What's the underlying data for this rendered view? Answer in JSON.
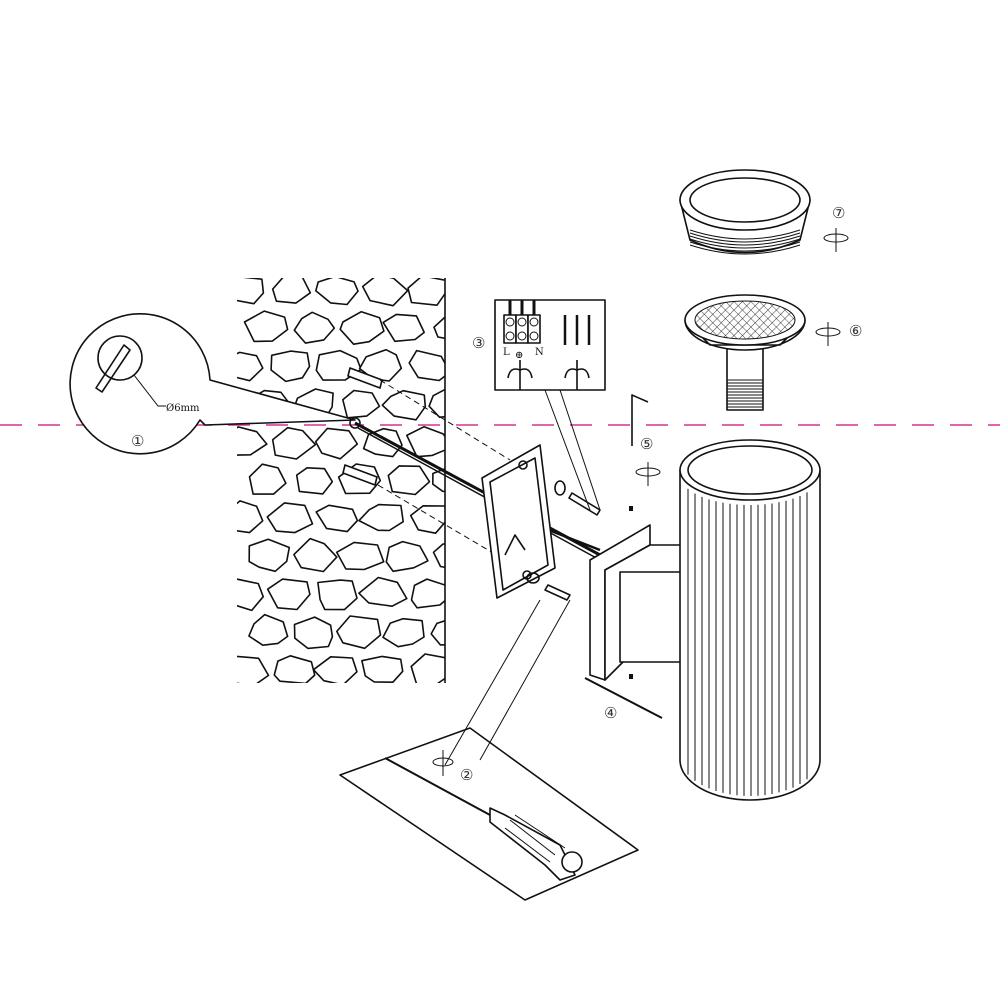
{
  "diagram": {
    "steps": {
      "s1": "①",
      "s2": "②",
      "s3": "③",
      "s4": "④",
      "s5": "⑤",
      "s6": "⑥",
      "s7": "⑦"
    },
    "drill_size": "Ø6mm",
    "terminals": {
      "live": "L",
      "earth": "⊕",
      "neutral": "N"
    },
    "colors": {
      "guide_line": "#d6338f",
      "line": "#111111"
    }
  }
}
